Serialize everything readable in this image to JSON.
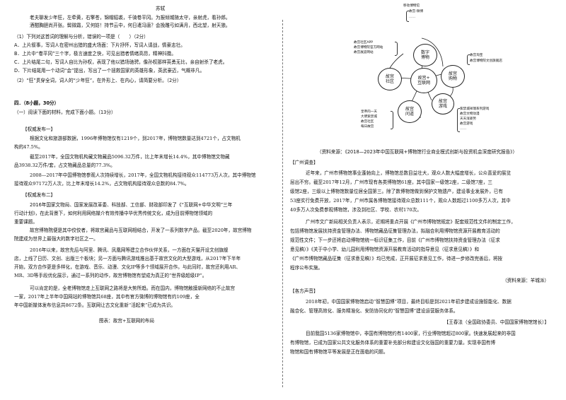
{
  "left": {
    "poem_title": "苏轼",
    "poem": [
      "老夫聊发少年狂，左牵黄，右擎苍，锦帽貂裘，千骑卷平冈。为报倾城随太守，亲射虎，看孙郎。",
      "酒酣胸胆尚开张。鬓微霜，又何妨！持节云中，何日遣冯唐？会挽雕弓如满月，西北望，射天狼。"
    ],
    "q1_stem": "（1）下列对这首词的理解与分析，错误的一项是（　　）（2分）",
    "q1_options": [
      "A．上片叙事，写词人在密州出猎的盛大场面：下片抒怀，写词人请战，情豪志壮。",
      "B．上片中“卷平冈”三个字，极言速度之快，可见出猎者情绪高昂，精神抖擞。",
      "C．上片结尾二句，写词人自比为孙权，表现了他以猎场驰骋，像孙权那样英勇无比，亲自射杀了老虎。",
      "D．下片结尾用一个动词“会”提出，写出了一个拯救国家的英雄形象，英武豪迈，气概非凡。"
    ],
    "q2_stem": "（2）“狂”贯穿全词，词人的“少年狂”，在外形上、在内心，请简要分析。（2分）",
    "section": "四．（8小题，30分）",
    "sub1": "（一）阅读下面的材料，完成下面小题。（13分）",
    "tag1": "【权威发布一】",
    "p1": [
      "根据文化和旅游部数据，1996年博物馆仅有1219个，到2017年，博物馆数量达到4721个，占文物机",
      "构的47.5%。"
    ],
    "p2": [
      "截至2017年，全国文物机构藏文物藏品5096.32万件，比上年末增长14.4%，其中博物馆文物藏",
      "品3938.32万件/套，占文物藏品总量的77.3%。"
    ],
    "p3": [
      "2008—2017年中国博物馆参观人次持续增长，2017年，全国文物机构接待观众114773万人次，其中博物馆",
      "接待观众97172万人次，比上年末增长14.2%，占文物机构接待观众总数的84.7%。"
    ],
    "tag2": "【权威发布二】",
    "p4": [
      "2016年国家文物局、国家发展改革委、科技部、工信部、财政部印发了《“互联网+中华文明”三年",
      "行动计划》，在此背景下，如何利用网络媒介有效传播中华优秀传统文化，成为目前博物馆领域的",
      "重要课题。",
      "故宫博物院便是其中佼佼者，将故宫藏品与互联网相结合，开发了一系列数字产品。截至2020年，故宫博物",
      "院建成为世界上最强大的数字社区之一。"
    ],
    "p5": [
      "2016年以来，故宫先后与阿里、腾讯、凤凰网等建立合作伙伴关系，一方面在天猫开设文创旗舰",
      "店，上线了日历、文创、出版三个板块；另一方面与腾讯游戏推出基于故宫文化的大型游戏，从2017年下半年",
      "开始，双方合作更是多样化，在游戏、音乐、动漫、文化IP等多个领域展开合作。与此同时，故宫还利用AR、",
      "MR、3D等手段优化展示，通过一系列的动作，故宫博物馆有望成为真正的“世界级超级IP”。"
    ],
    "p6": [
      "可以肯定的是，全老博物馆走上互联网之路将是大势所趋。而在国内，博物馆触摸新网络的不止故宫",
      "一家，2017年上半年中国网站的博物馆共68座，其中有官方微博的博物馆有约109座，全",
      "年中国新媒体发布信息共8672条。互联网让古文化重新“活起来”已成为共识。"
    ],
    "caption": "图表：故宫+互联网的布局"
  },
  "diagram": {
    "center": "故宫+\n互联网",
    "nodes": [
      "数字\n博物",
      "故宫\n购物",
      "故宫\n游戏",
      "故宫\n问道",
      "故宫\n社区"
    ],
    "notes_top": [
      "移动博物馆",
      "故宫-微博",
      "……"
    ],
    "notes_topleft": [
      "故宫社区APP",
      "故宫博物院官方网站",
      "故宫展览网站"
    ],
    "notes_right": [
      "故宫淘宝",
      "故宫博物院文创旗舰店"
    ],
    "notes_bottomright": [
      "紫禁城祥瑞系列游戏",
      "故宫文物动漫",
      "天天涨姿势",
      "故宫游戏",
      "……"
    ],
    "notes_bottomleft": [
      "皇帝的一天",
      "大明紫禁城",
      "故宫社区",
      "每日故宫"
    ]
  },
  "right": {
    "source1": "（资料来源：《2018—2023年中国互联网+博物馆行业商业模式创新与投资机会深度研究报告》）",
    "tag_gz": "【广州调查】",
    "gz1": [
      "近年来，广州市博物馆事业蓬勃向上，博物馆总数目益壮大，观众人数大幅度增长，公众喜爱的展览",
      "层出不穷。截至2017年12月，广州市现有各类博物馆61座，其中国家一级馆2座，二级馆7座，三",
      "级馆2座，三级以上博物馆数量位居全国第三。除了数博物馆做到保护文物遗产，建设事业发展外，已有",
      "53座实行免费开放，2017年，广州市属各博物馆接待观众总数111个，观众人数超过1100多万人次，其中",
      "40多万人次免费参观博物馆，涉及到社区、学校、农村170次。"
    ],
    "gz2": [
      "广州市文广新局相关负责人表示，近期将重点开展《广州市博物馆规定》配套规范性文件的制定工作，",
      "包括博物馆发展扶持资金管理办法、博物馆藏品征集管理办法，拟融合利用博物馆资源开展教育活动的",
      "规范性文件；下一步还将启动博物馆统一标识征集工作，目前《广州市博物馆扶持资金管理办法（征求",
      "意见稿）》《关于中小学、幼儿园利用博物馆资源开展教育活动的指导意见（征求意见稿）》和",
      "《广州市博物馆藏品征集（征求意见稿）》均已完成，正开展征求意见工作，待进一步修改完善后，将按",
      "程序公布实施。"
    ],
    "source2": "（资料来源：羊城派）",
    "tag_voice": "【各方声音】",
    "v1": [
      "2018年初，中国国家博物馆启动“智慧国博”项目，最终目标是到2021年初步建成设施智能化、数据",
      "融合化、管理高效化、服务精准化、安防协同化的“智慧国博”建设运营服务体系。"
    ],
    "speaker": "【王春法（全国政协委员、中国国家博物馆馆长）】",
    "v2": [
      "目前我国5136家博物馆中，非国有博物馆约有1400家，行业博物馆超过800家。快速发展起来的非国",
      "有博物馆，已成为国家公共文化服务体系的重要补充部分和建设文化强国的重要力量。实现非国有博",
      "物馆和国有博物馆平等发展是正在面临的问题。"
    ]
  }
}
